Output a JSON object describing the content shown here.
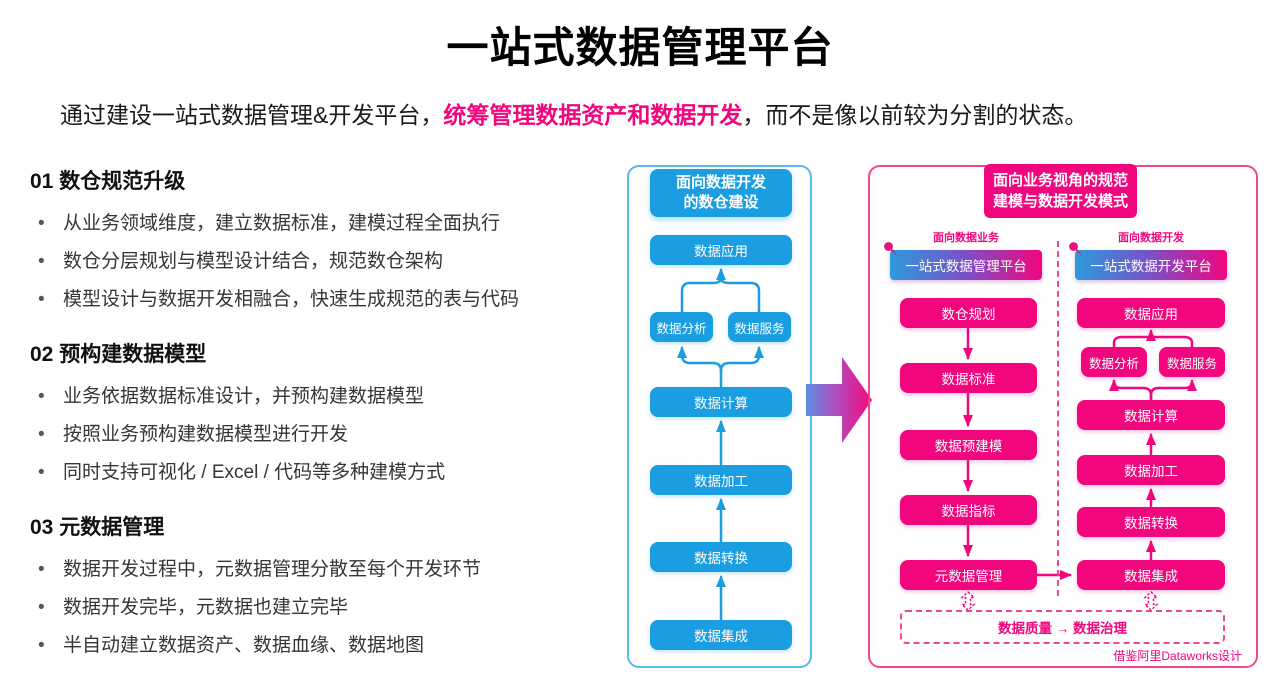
{
  "title": "一站式数据管理平台",
  "subtitle": {
    "pre": "通过建设一站式数据管理&开发平台，",
    "highlight": "统筹管理数据资产和数据开发",
    "post": "，而不是像以前较为分割的状态。"
  },
  "sections": [
    {
      "heading": "01 数仓规范升级",
      "bullets": [
        "从业务领域维度，建立数据标准，建模过程全面执行",
        "数仓分层规划与模型设计结合，规范数仓架构",
        "模型设计与数据开发相融合，快速生成规范的表与代码"
      ]
    },
    {
      "heading": "02 预构建数据模型",
      "bullets": [
        "业务依据数据标准设计，并预构建数据模型",
        "按照业务预构建数据模型进行开发",
        "同时支持可视化 / Excel / 代码等多种建模方式"
      ]
    },
    {
      "heading": "03 元数据管理",
      "bullets": [
        "数据开发过程中，元数据管理分散至每个开发环节",
        "数据开发完毕，元数据也建立完毕",
        "半自动建立数据资产、数据血缘、数据地图"
      ]
    }
  ],
  "blue_diagram": {
    "header_line1": "面向数据开发",
    "header_line2": "的数仓建设",
    "nodes": {
      "app": "数据应用",
      "analysis": "数据分析",
      "service": "数据服务",
      "compute": "数据计算",
      "process": "数据加工",
      "transform": "数据转换",
      "integration": "数据集成"
    }
  },
  "pink_diagram": {
    "header_line1": "面向业务视角的规范",
    "header_line2": "建模与数据开发模式",
    "business_label": "面向数据业务",
    "dev_label": "面向数据开发",
    "business_platform": "一站式数据管理平台",
    "dev_platform": "一站式数据开发平台",
    "business_nodes": [
      "数仓规划",
      "数据标准",
      "数据预建模",
      "数据指标",
      "元数据管理"
    ],
    "dev_nodes": {
      "app": "数据应用",
      "analysis": "数据分析",
      "service": "数据服务",
      "compute": "数据计算",
      "process": "数据加工",
      "transform": "数据转换",
      "integration": "数据集成"
    },
    "quality_label": "数据质量 → 数据治理",
    "footnote": "借鉴阿里Dataworks设计"
  },
  "colors": {
    "blue": "#1B9DE2",
    "blueBorder": "#5BB8EA",
    "pink": "#F2067E",
    "pinkBorder": "#F2478F",
    "text": "#363636"
  }
}
